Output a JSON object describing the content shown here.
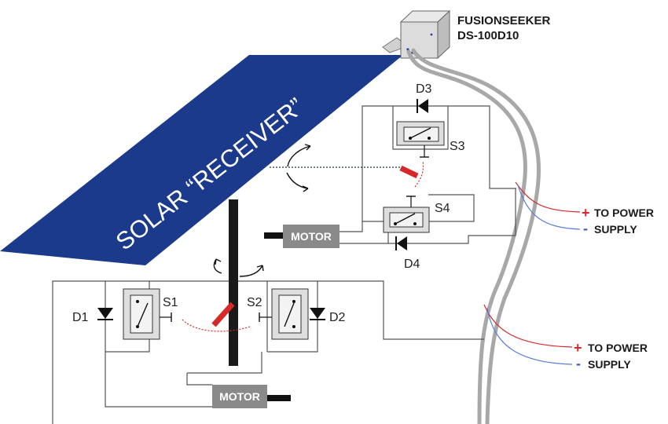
{
  "device": {
    "name": "FUSIONSEEKER",
    "model": "DS-100D10"
  },
  "panel": {
    "label": "SOLAR “RECEIVER”",
    "color": "#1b3a8c"
  },
  "motors": {
    "upper": "MOTOR",
    "lower": "MOTOR"
  },
  "diodes": [
    "D1",
    "D2",
    "D3",
    "D4"
  ],
  "switches": [
    "S1",
    "S2",
    "S3",
    "S4"
  ],
  "power": {
    "upper_plus": "+",
    "upper_minus": "-",
    "upper_line1": "TO POWER",
    "upper_line2": "SUPPLY",
    "lower_plus": "+",
    "lower_minus": "-",
    "lower_line1": "TO POWER",
    "lower_line2": "SUPPLY"
  },
  "colors": {
    "wire": "#555555",
    "cable": "#a8a8a8",
    "red": "#d62828",
    "blue": "#5b7fd6",
    "motor": "#8a8a8a"
  }
}
